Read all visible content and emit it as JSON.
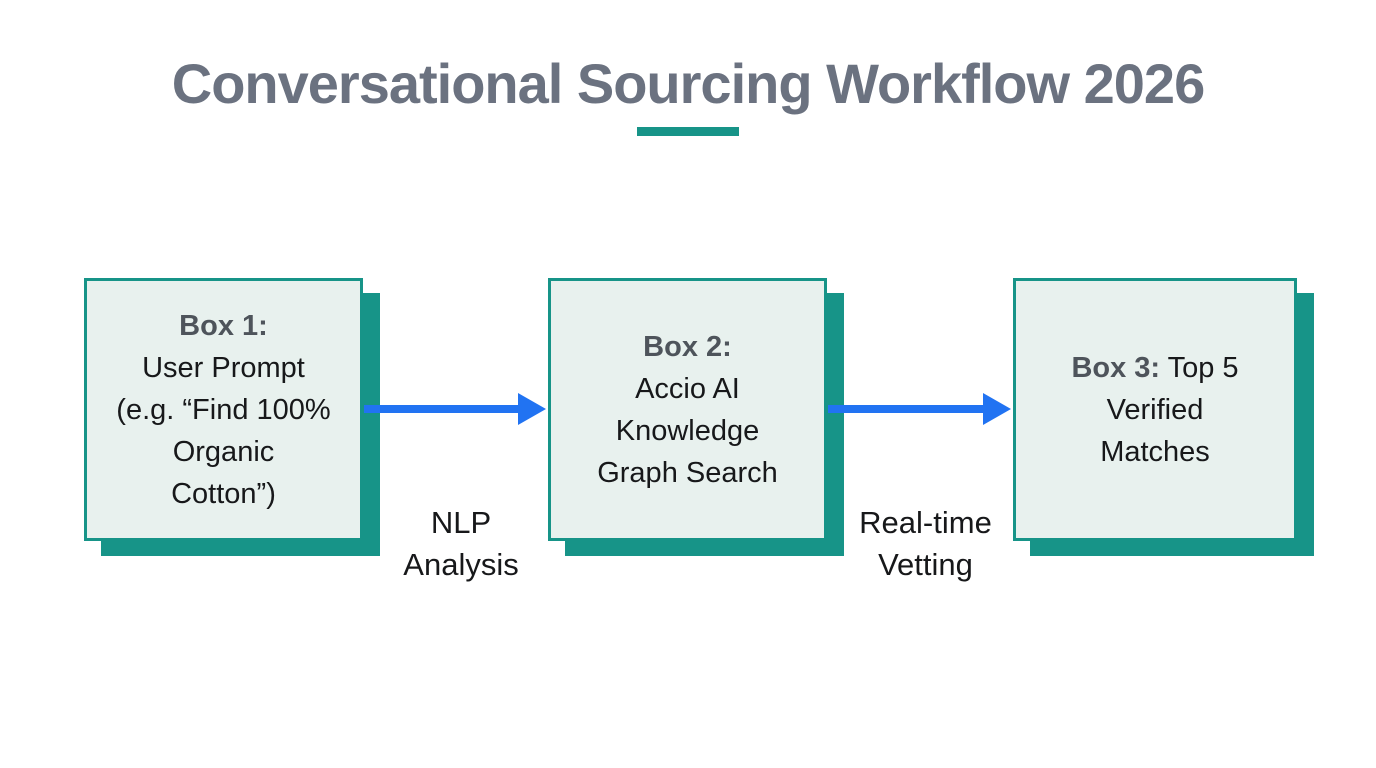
{
  "header": {
    "title": "Conversational Sourcing Workflow 2026"
  },
  "colors": {
    "teal": "#179488",
    "box_fill": "#e8f1ee",
    "arrow_blue": "#2173f2",
    "title_gray": "#6b7280",
    "box_label_gray": "#4e545b",
    "text_black": "#17181a",
    "page_bg": "#ffffff"
  },
  "boxes": [
    {
      "label": "Box 1:",
      "label_suffix": "",
      "lines": [
        "User Prompt",
        "(e.g. “Find 100%",
        "Organic",
        "Cotton”)"
      ]
    },
    {
      "label": "Box 2:",
      "label_suffix": "",
      "lines": [
        "Accio AI",
        "Knowledge",
        "Graph Search"
      ]
    },
    {
      "label": "Box 3:",
      "label_suffix": " Top 5",
      "lines": [
        "Verified",
        "Matches"
      ]
    }
  ],
  "arrows": [
    {
      "label_lines": [
        "NLP",
        "Analysis"
      ]
    },
    {
      "label_lines": [
        "Real-time",
        "Vetting"
      ]
    }
  ]
}
